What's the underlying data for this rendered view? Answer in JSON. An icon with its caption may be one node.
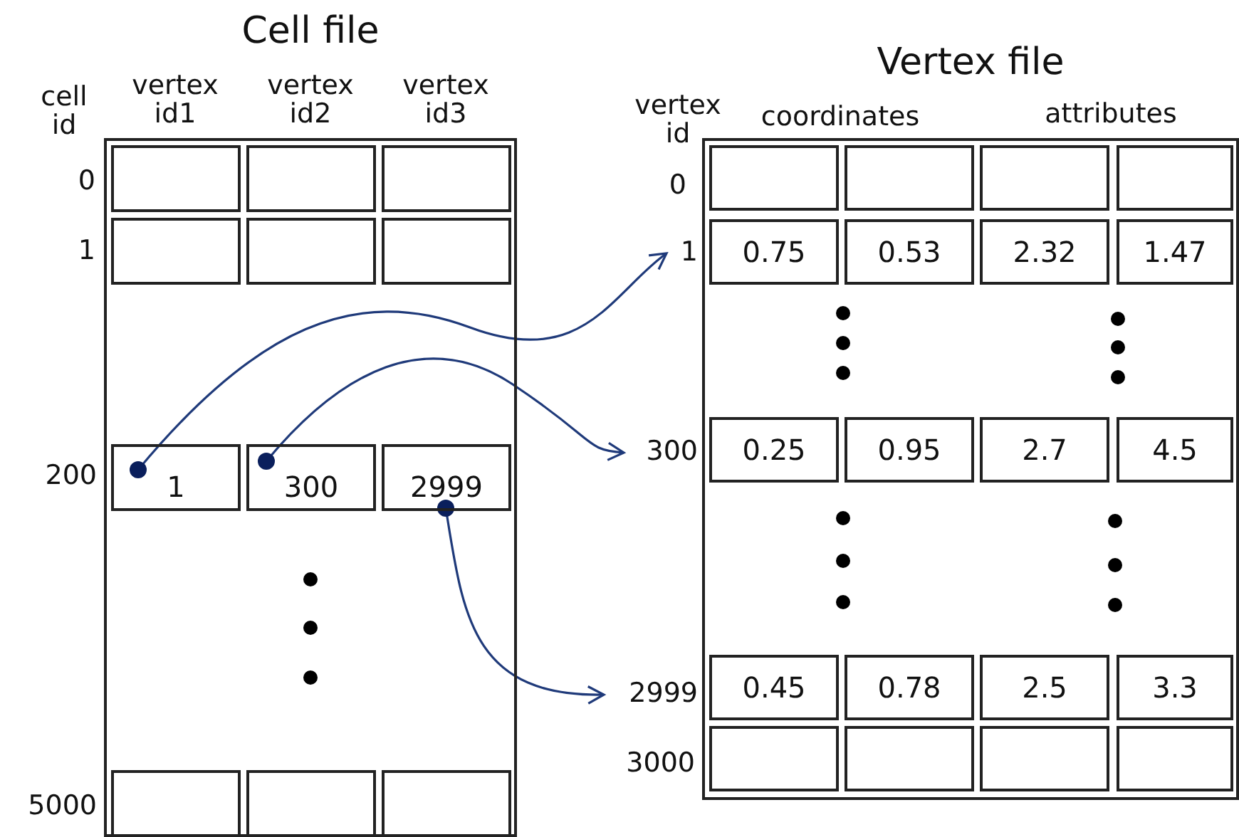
{
  "diagram": {
    "nodes": [
      {
        "text": [
          "Cell file"
        ]
      },
      {
        "text": [],
        "shape": "box",
        "in": 0
      },
      {
        "text": [],
        "shape": "box",
        "in": 0
      },
      {
        "text": [],
        "shape": "box",
        "in": 0
      },
      {
        "text": [],
        "shape": "box",
        "in": 0
      },
      {
        "text": [],
        "shape": "box",
        "in": 0
      },
      {
        "text": [],
        "shape": "box",
        "in": 0
      },
      {
        "text": [
          "1"
        ],
        "in": 0
      },
      {
        "text": [
          "300"
        ],
        "in": 0
      },
      {
        "text": [
          "2999"
        ],
        "in": 0
      },
      {
        "text": [],
        "shape": "box",
        "in": 0
      },
      {
        "text": [],
        "shape": "box",
        "in": 0
      },
      {
        "text": [],
        "shape": "box",
        "in": 0
      },
      {
        "text": [
          "Vertex file"
        ]
      },
      {
        "text": [],
        "shape": "box",
        "in": 13
      },
      {
        "text": [],
        "shape": "box",
        "in": 13
      },
      {
        "text": [],
        "shape": "box",
        "in": 13
      },
      {
        "text": [],
        "shape": "box",
        "in": 13
      },
      {
        "text": [
          "1"
        ]
      },
      {
        "text": [
          "0.75"
        ],
        "in": 13
      },
      {
        "text": [
          "0.53"
        ],
        "in": 13
      },
      {
        "text": [
          "2.32"
        ],
        "in": 13
      },
      {
        "text": [
          "1.47"
        ],
        "in": 13
      },
      {
        "text": [
          "300"
        ]
      },
      {
        "text": [
          "0.25"
        ],
        "in": 13
      },
      {
        "text": [
          "0.95"
        ],
        "in": 13
      },
      {
        "text": [
          "2.7"
        ],
        "in": 13
      },
      {
        "text": [
          "4.5"
        ],
        "in": 13
      },
      {
        "text": [
          "2999"
        ]
      },
      {
        "text": [
          "0.45"
        ],
        "in": 13
      },
      {
        "text": [
          "0.78"
        ],
        "in": 13
      },
      {
        "text": [
          "2.5"
        ],
        "in": 13
      },
      {
        "text": [
          "3.3"
        ],
        "in": 13
      },
      {
        "text": [],
        "shape": "box",
        "in": 13
      },
      {
        "text": [],
        "shape": "box",
        "in": 13
      },
      {
        "text": [],
        "shape": "box",
        "in": 13
      },
      {
        "text": [],
        "shape": "box",
        "in": 13
      }
    ],
    "edges": [
      {
        "from": 7,
        "to": 18,
        "arrow": "to"
      },
      {
        "from": 8,
        "to": 23,
        "arrow": "to"
      },
      {
        "from": 9,
        "to": 28,
        "arrow": "to"
      }
    ],
    "labels": [
      "cell id",
      "vertex id1",
      "vertex id2",
      "vertex id3",
      "vertex id",
      "coordinates",
      "attributes",
      "0",
      "1",
      "0",
      "200",
      "5000",
      "3000"
    ]
  }
}
